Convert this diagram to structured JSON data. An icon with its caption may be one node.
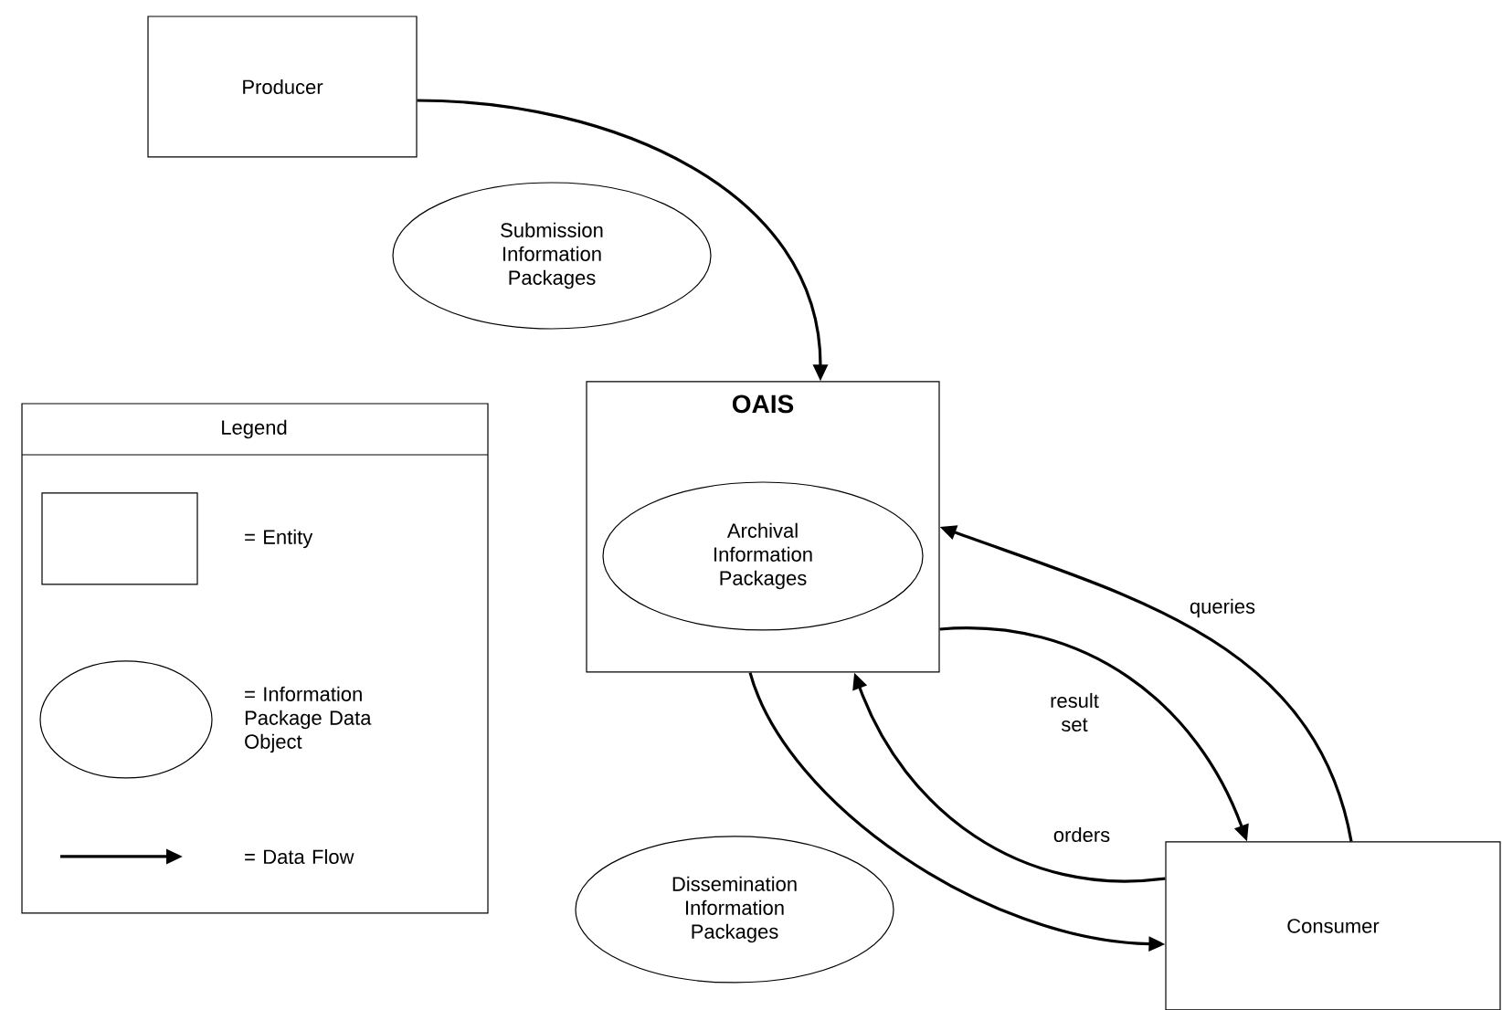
{
  "diagram": {
    "nodes": [
      {
        "text": [
          "Producer"
        ]
      },
      {
        "text": [
          "Submission Information Packages"
        ]
      },
      {
        "text": [
          "OAIS"
        ]
      },
      {
        "text": [
          "Archival Information Packages"
        ],
        "in": 2
      },
      {
        "text": [
          "Dissemination Information Packages"
        ]
      },
      {
        "text": [
          "Consumer"
        ]
      }
    ],
    "edges": [
      {
        "from": 0,
        "to": 2,
        "arrow": "to"
      },
      {
        "from": 5,
        "to": 2,
        "arrow": "to",
        "label": "queries"
      },
      {
        "from": 2,
        "to": 5,
        "arrow": "to",
        "label": "result set"
      },
      {
        "from": 5,
        "to": 2,
        "arrow": "to",
        "label": "orders"
      },
      {
        "from": 2,
        "to": 5,
        "arrow": "to"
      }
    ],
    "labels": [
      "Legend"
    ],
    "legend": [
      {
        "text": "= Entity"
      },
      {
        "text": "= Information Package Data Object"
      },
      {
        "text": "= Data Flow"
      }
    ]
  }
}
